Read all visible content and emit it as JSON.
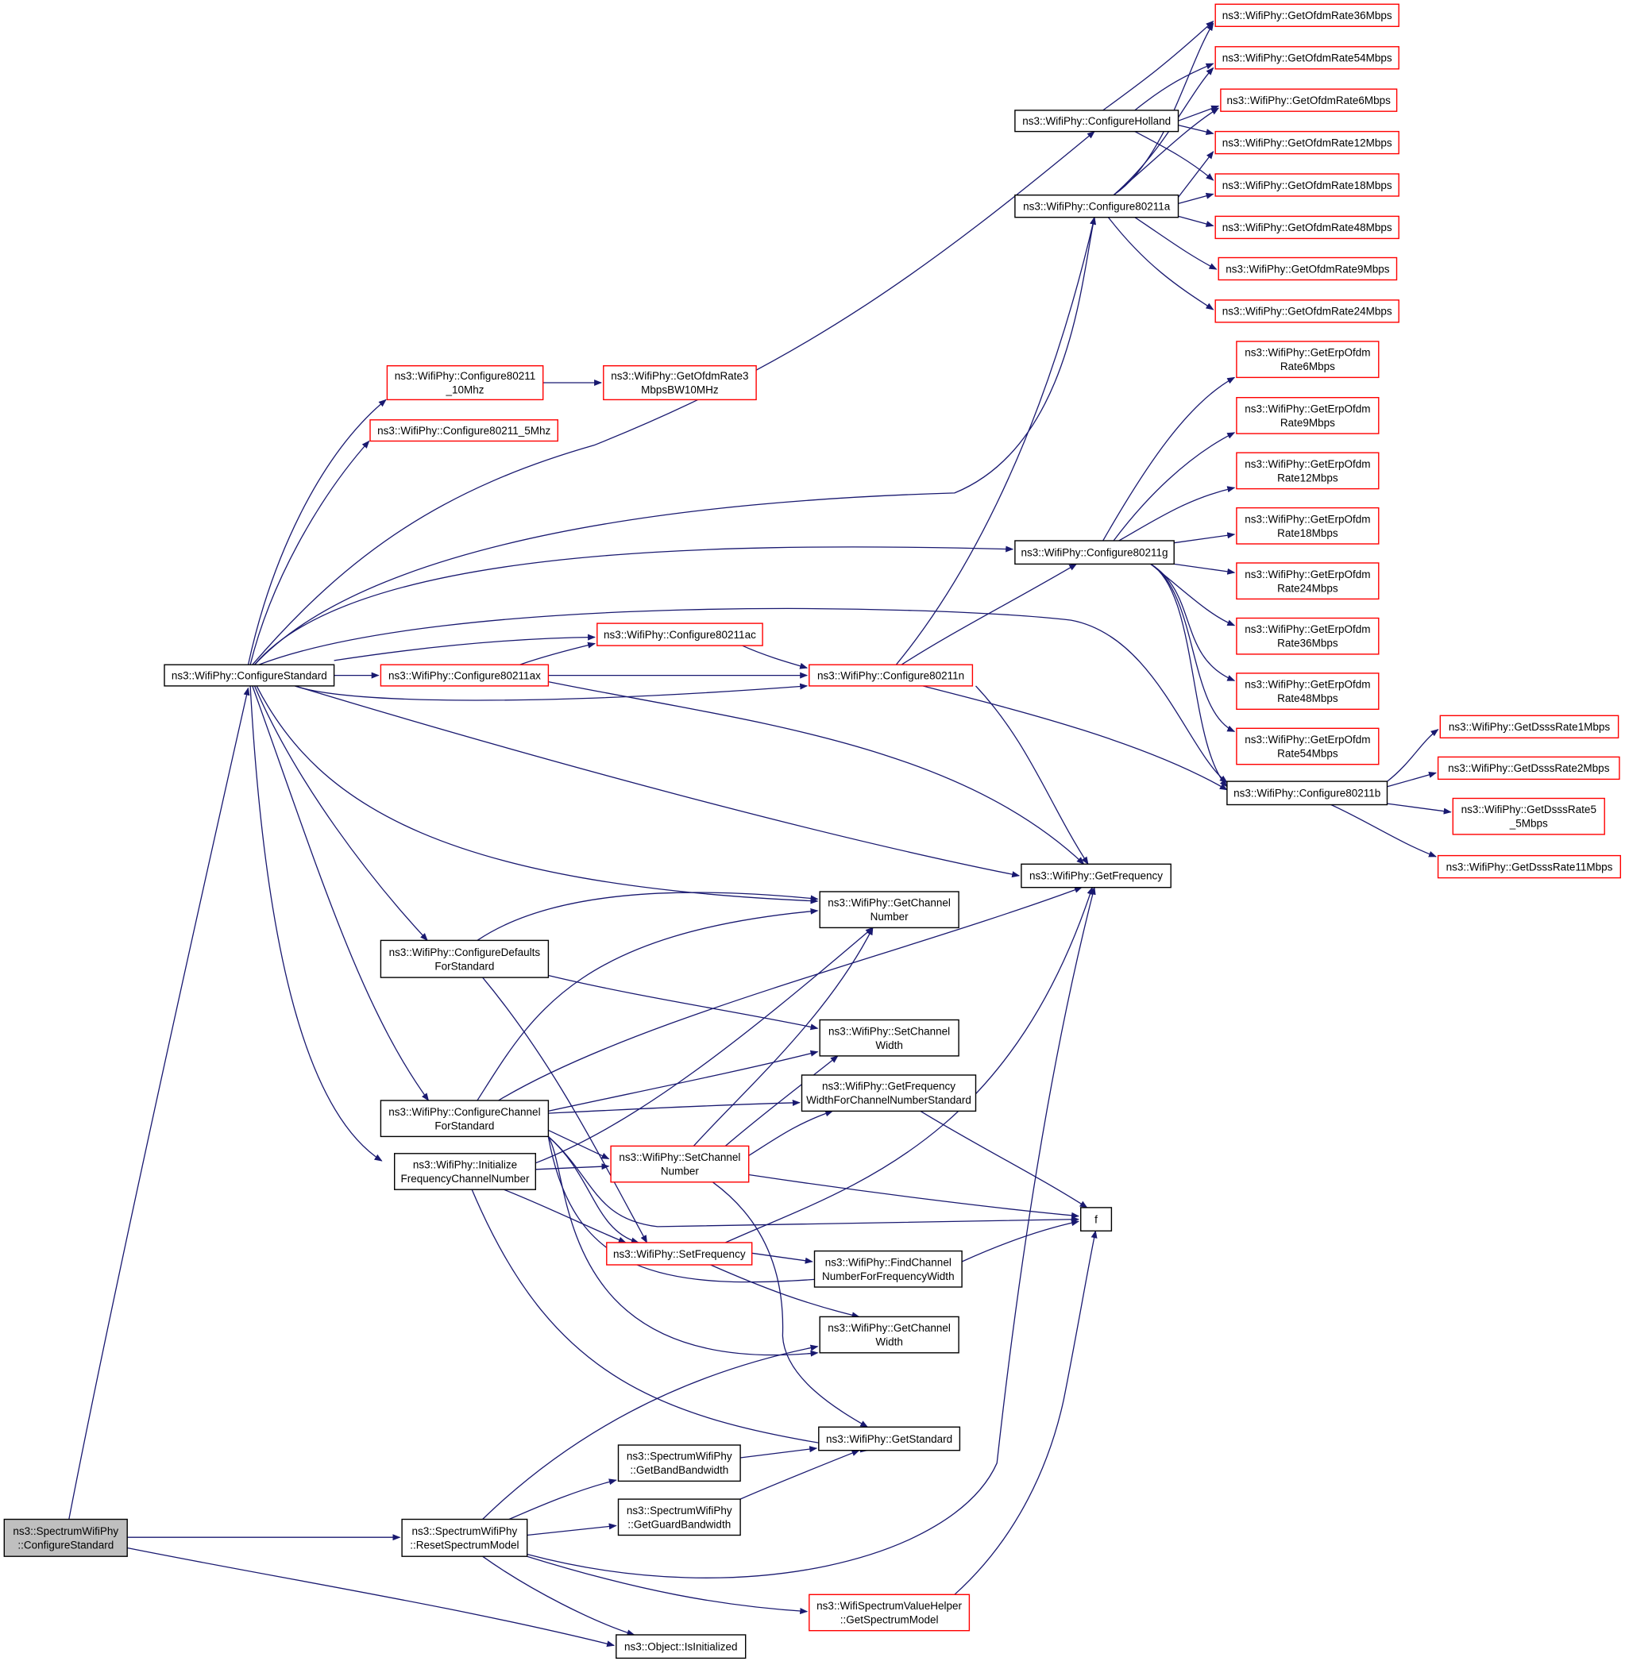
{
  "colors": {
    "edge": "#191970",
    "node_border": "#000000",
    "linked_border": "#ff0000",
    "root_fill": "#bfbfbf",
    "node_fill": "#ffffff"
  },
  "nodes": {
    "root": [
      "ns3::SpectrumWifiPhy",
      "::ConfigureStandard"
    ],
    "configureStandard": [
      "ns3::WifiPhy::ConfigureStandard"
    ],
    "reset": [
      "ns3::SpectrumWifiPhy",
      "::ResetSpectrumModel"
    ],
    "isInit": [
      "ns3::Object::IsInitialized"
    ],
    "c10": [
      "ns3::WifiPhy::Configure80211",
      "_10Mhz"
    ],
    "c5": [
      "ns3::WifiPhy::Configure80211_5Mhz"
    ],
    "ofdm3": [
      "ns3::WifiPhy::GetOfdmRate3",
      "MbpsBW10MHz"
    ],
    "holland": [
      "ns3::WifiPhy::ConfigureHolland"
    ],
    "c11a": [
      "ns3::WifiPhy::Configure80211a"
    ],
    "o36": [
      "ns3::WifiPhy::GetOfdmRate36Mbps"
    ],
    "o54": [
      "ns3::WifiPhy::GetOfdmRate54Mbps"
    ],
    "o6": [
      "ns3::WifiPhy::GetOfdmRate6Mbps"
    ],
    "o12": [
      "ns3::WifiPhy::GetOfdmRate12Mbps"
    ],
    "o18": [
      "ns3::WifiPhy::GetOfdmRate18Mbps"
    ],
    "o48": [
      "ns3::WifiPhy::GetOfdmRate48Mbps"
    ],
    "o9": [
      "ns3::WifiPhy::GetOfdmRate9Mbps"
    ],
    "o24": [
      "ns3::WifiPhy::GetOfdmRate24Mbps"
    ],
    "c11g": [
      "ns3::WifiPhy::Configure80211g"
    ],
    "e6": [
      "ns3::WifiPhy::GetErpOfdm",
      "Rate6Mbps"
    ],
    "e9": [
      "ns3::WifiPhy::GetErpOfdm",
      "Rate9Mbps"
    ],
    "e12": [
      "ns3::WifiPhy::GetErpOfdm",
      "Rate12Mbps"
    ],
    "e18": [
      "ns3::WifiPhy::GetErpOfdm",
      "Rate18Mbps"
    ],
    "e24": [
      "ns3::WifiPhy::GetErpOfdm",
      "Rate24Mbps"
    ],
    "e36": [
      "ns3::WifiPhy::GetErpOfdm",
      "Rate36Mbps"
    ],
    "e48": [
      "ns3::WifiPhy::GetErpOfdm",
      "Rate48Mbps"
    ],
    "e54": [
      "ns3::WifiPhy::GetErpOfdm",
      "Rate54Mbps"
    ],
    "c11ac": [
      "ns3::WifiPhy::Configure80211ac"
    ],
    "c11ax": [
      "ns3::WifiPhy::Configure80211ax"
    ],
    "c11n": [
      "ns3::WifiPhy::Configure80211n"
    ],
    "c11b": [
      "ns3::WifiPhy::Configure80211b"
    ],
    "d1": [
      "ns3::WifiPhy::GetDsssRate1Mbps"
    ],
    "d2": [
      "ns3::WifiPhy::GetDsssRate2Mbps"
    ],
    "d5": [
      "ns3::WifiPhy::GetDsssRate5",
      "_5Mbps"
    ],
    "d11": [
      "ns3::WifiPhy::GetDsssRate11Mbps"
    ],
    "getFreq": [
      "ns3::WifiPhy::GetFrequency"
    ],
    "getChanNum": [
      "ns3::WifiPhy::GetChannel",
      "Number"
    ],
    "cfgDefaults": [
      "ns3::WifiPhy::ConfigureDefaults",
      "ForStandard"
    ],
    "setChanWidth": [
      "ns3::WifiPhy::SetChannel",
      "Width"
    ],
    "getFreqWidth": [
      "ns3::WifiPhy::GetFrequency",
      "WidthForChannelNumberStandard"
    ],
    "cfgChannel": [
      "ns3::WifiPhy::ConfigureChannel",
      "ForStandard"
    ],
    "setChanNum": [
      "ns3::WifiPhy::SetChannel",
      "Number"
    ],
    "initFreq": [
      "ns3::WifiPhy::Initialize",
      "FrequencyChannelNumber"
    ],
    "f": [
      "f"
    ],
    "setFreq": [
      "ns3::WifiPhy::SetFrequency"
    ],
    "findChan": [
      "ns3::WifiPhy::FindChannel",
      "NumberForFrequencyWidth"
    ],
    "getChanWidth": [
      "ns3::WifiPhy::GetChannel",
      "Width"
    ],
    "getStd": [
      "ns3::WifiPhy::GetStandard"
    ],
    "bandBw": [
      "ns3::SpectrumWifiPhy",
      "::GetBandBandwidth"
    ],
    "guardBw": [
      "ns3::SpectrumWifiPhy",
      "::GetGuardBandwidth"
    ],
    "spectrumModel": [
      "ns3::WifiSpectrumValueHelper",
      "::GetSpectrumModel"
    ]
  }
}
